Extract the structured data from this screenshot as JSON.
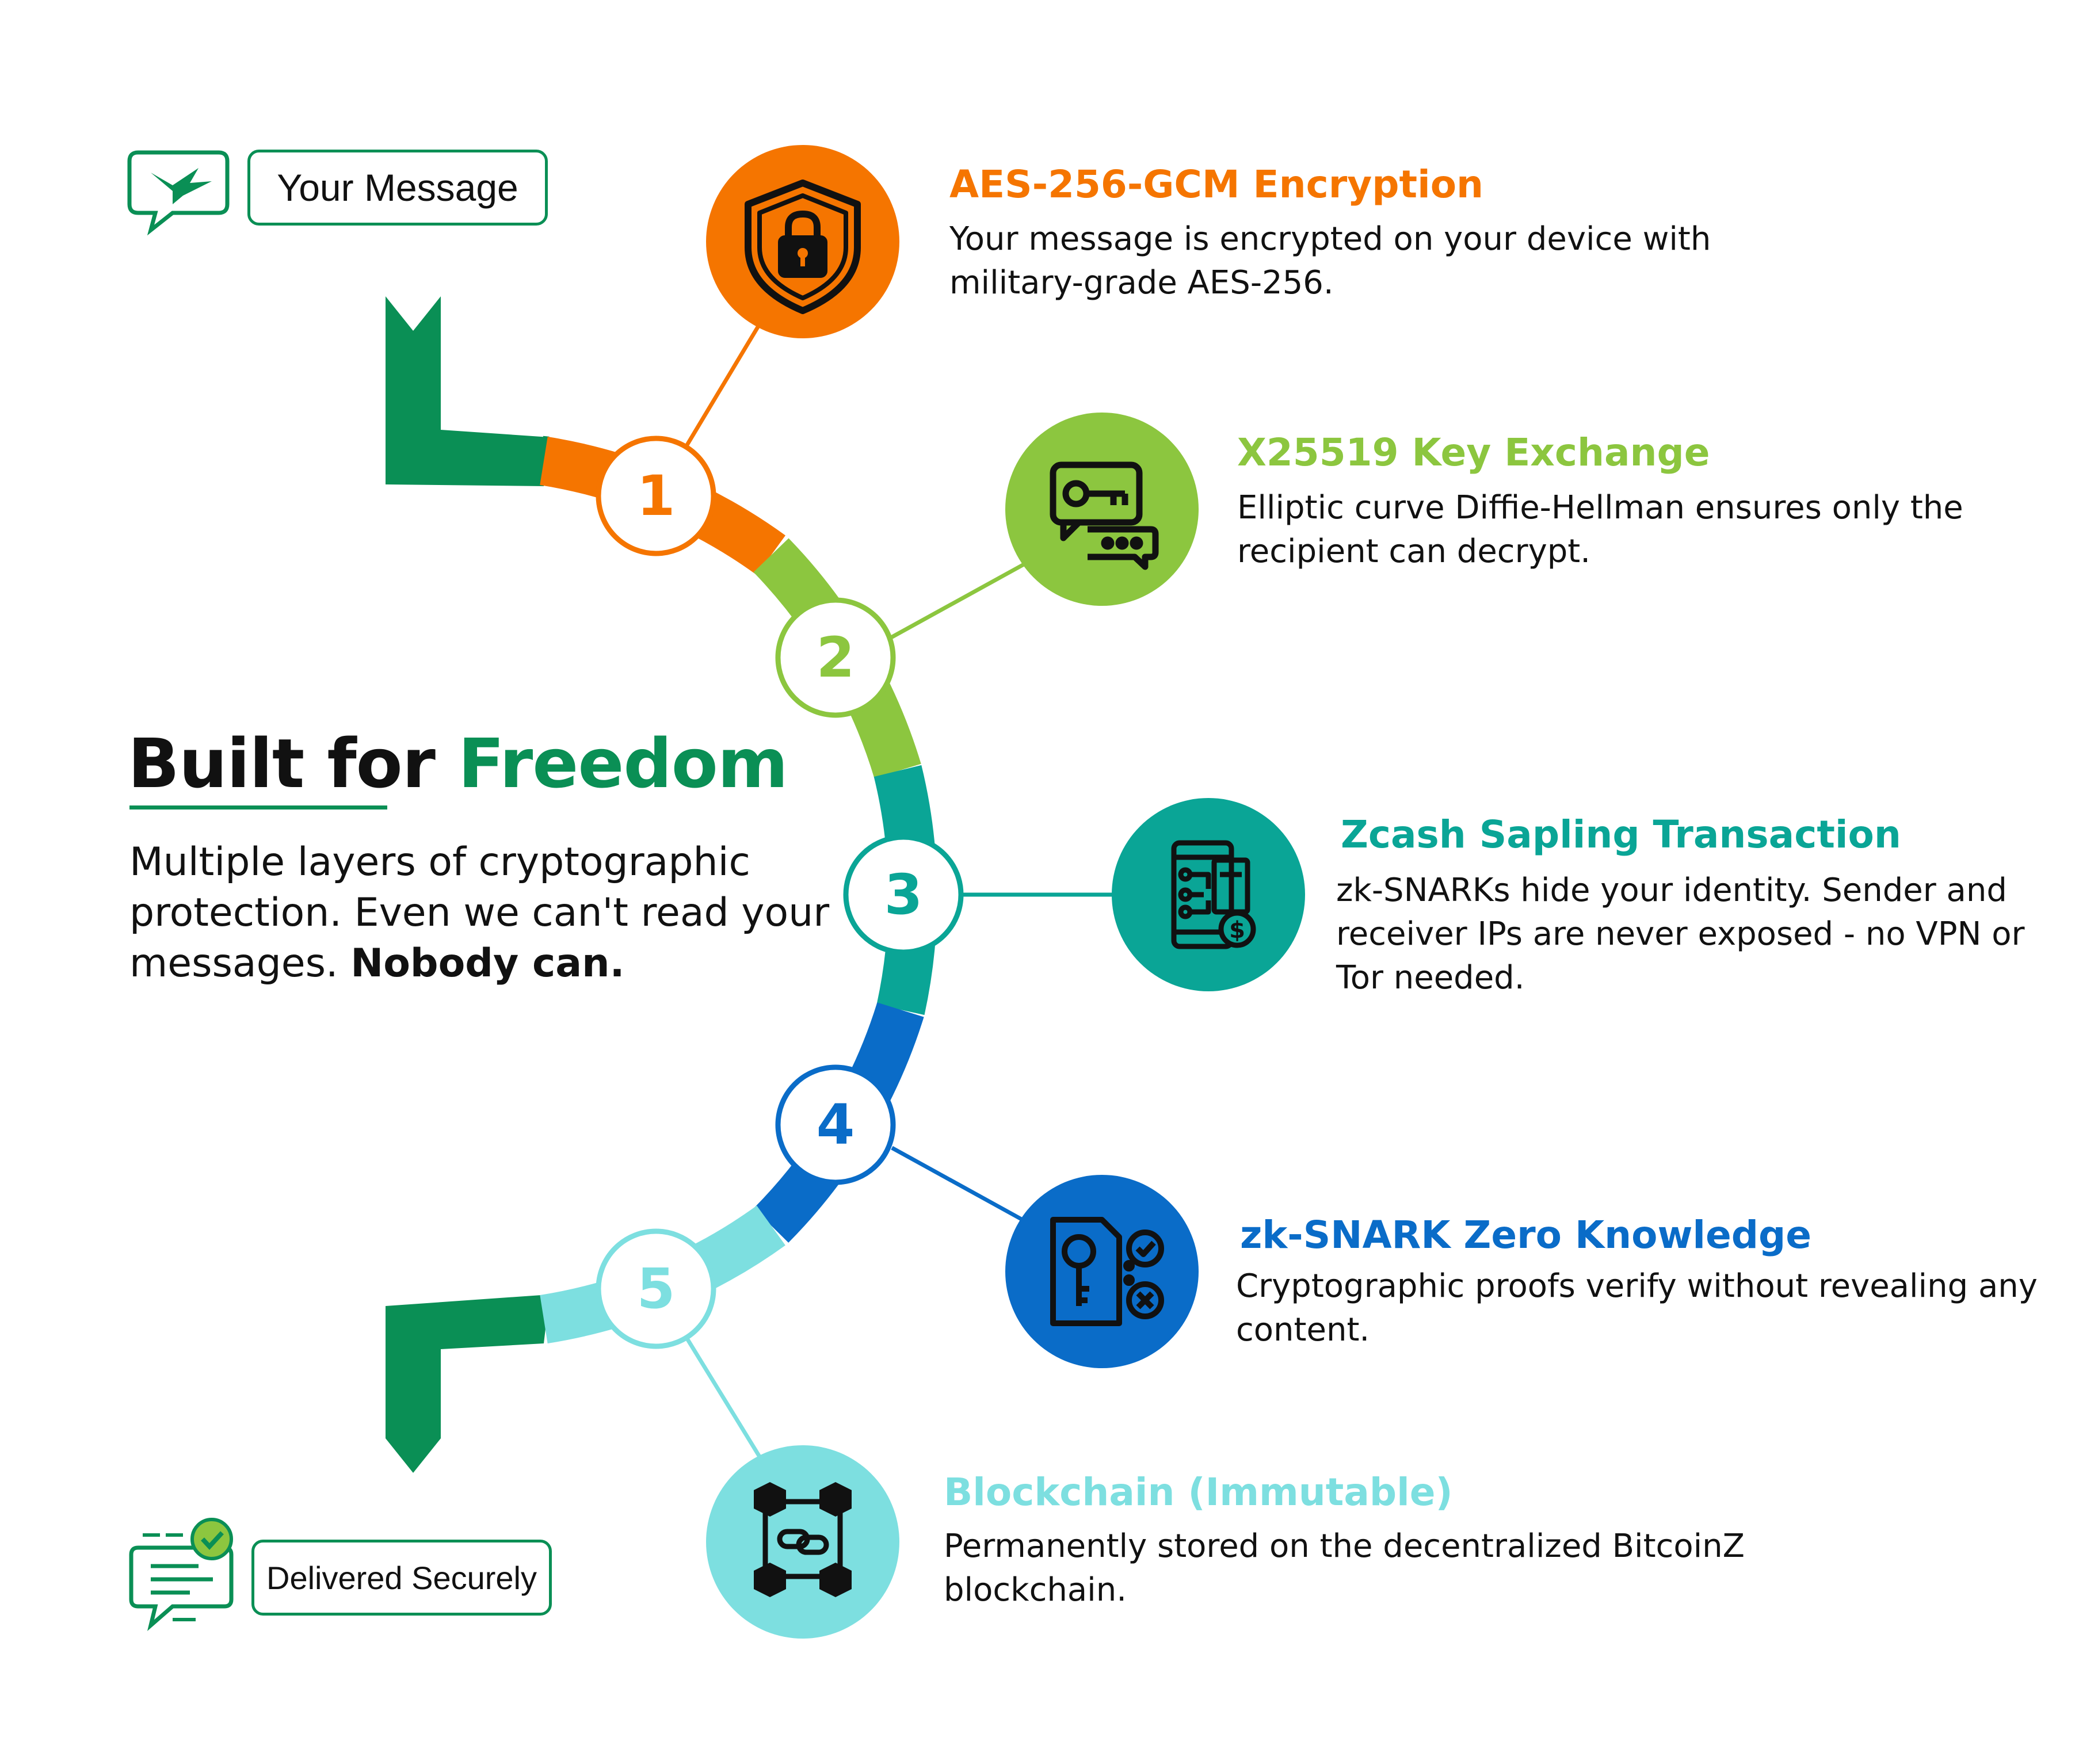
{
  "header": {
    "start_label": "Your Message",
    "end_label": "Delivered Securely"
  },
  "headline": {
    "part1": "Built for",
    "part2": "Freedom",
    "body": "Multiple layers of cryptographic protection. Even we can't read your messages.",
    "emphasis": "Nobody can."
  },
  "steps": [
    {
      "number": "1",
      "title": "AES-256-GCM Encryption",
      "desc": "Your message is encrypted on your device with military-grade AES-256.",
      "color": "#f57500",
      "icon": "shield-lock-icon"
    },
    {
      "number": "2",
      "title": "X25519 Key Exchange",
      "desc": "Elliptic curve Diffie-Hellman ensures only the recipient can decrypt.",
      "color": "#8cc63f",
      "icon": "key-chat-icon"
    },
    {
      "number": "3",
      "title": "Zcash Sapling Transaction",
      "desc": "zk-SNARKs hide your identity. Sender and receiver IPs are never exposed - no VPN or Tor needed.",
      "color": "#0aa596",
      "icon": "phone-payment-icon"
    },
    {
      "number": "4",
      "title": "zk-SNARK Zero Knowledge",
      "desc": "Cryptographic proofs verify without revealing any content.",
      "color": "#0a6cc8",
      "icon": "key-document-icon"
    },
    {
      "number": "5",
      "title": "Blockchain (Immutable)",
      "desc": "Permanently stored on the decentralized BitcoinZ blockchain.",
      "color": "#7ddfe0",
      "icon": "blockchain-icon"
    }
  ],
  "colors": {
    "brand_green": "#0a8f55",
    "text": "#111111"
  }
}
